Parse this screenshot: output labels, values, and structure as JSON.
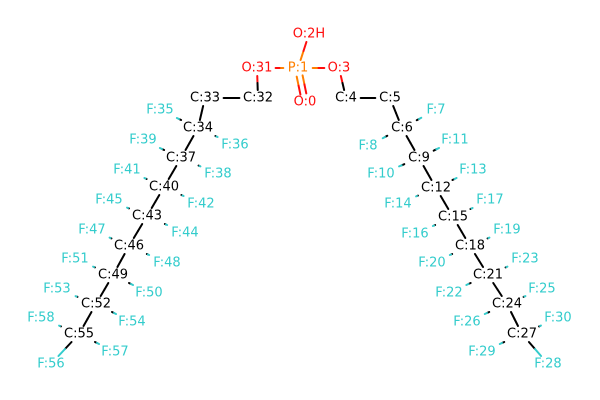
{
  "colors": {
    "C": "#000000",
    "F": "#33CCCC",
    "O": "#FF0D0D",
    "P": "#FF8000",
    "background": "#FFFFFF"
  },
  "atoms": [
    {
      "id": "P1",
      "label": "P:1",
      "element": "P"
    },
    {
      "id": "O0",
      "label": "O:0",
      "element": "O"
    },
    {
      "id": "O2",
      "label": "O:2H",
      "element": "O"
    },
    {
      "id": "O3",
      "label": "O:3",
      "element": "O"
    },
    {
      "id": "O31",
      "label": "O:31",
      "element": "O"
    },
    {
      "id": "C4",
      "label": "C:4",
      "element": "C"
    },
    {
      "id": "C5",
      "label": "C:5",
      "element": "C"
    },
    {
      "id": "C6",
      "label": "C:6",
      "element": "C"
    },
    {
      "id": "F7",
      "label": "F:7",
      "element": "F"
    },
    {
      "id": "F8",
      "label": "F:8",
      "element": "F"
    },
    {
      "id": "C9",
      "label": "C:9",
      "element": "C"
    },
    {
      "id": "F10",
      "label": "F:10",
      "element": "F"
    },
    {
      "id": "F11",
      "label": "F:11",
      "element": "F"
    },
    {
      "id": "C12",
      "label": "C:12",
      "element": "C"
    },
    {
      "id": "F13",
      "label": "F:13",
      "element": "F"
    },
    {
      "id": "F14",
      "label": "F:14",
      "element": "F"
    },
    {
      "id": "C15",
      "label": "C:15",
      "element": "C"
    },
    {
      "id": "F16",
      "label": "F:16",
      "element": "F"
    },
    {
      "id": "F17",
      "label": "F:17",
      "element": "F"
    },
    {
      "id": "C18",
      "label": "C:18",
      "element": "C"
    },
    {
      "id": "F19",
      "label": "F:19",
      "element": "F"
    },
    {
      "id": "F20",
      "label": "F:20",
      "element": "F"
    },
    {
      "id": "C21",
      "label": "C:21",
      "element": "C"
    },
    {
      "id": "F22",
      "label": "F:22",
      "element": "F"
    },
    {
      "id": "F23",
      "label": "F:23",
      "element": "F"
    },
    {
      "id": "C24",
      "label": "C:24",
      "element": "C"
    },
    {
      "id": "F25",
      "label": "F:25",
      "element": "F"
    },
    {
      "id": "F26",
      "label": "F:26",
      "element": "F"
    },
    {
      "id": "C27",
      "label": "C:27",
      "element": "C"
    },
    {
      "id": "F28",
      "label": "F:28",
      "element": "F"
    },
    {
      "id": "F29",
      "label": "F:29",
      "element": "F"
    },
    {
      "id": "F30",
      "label": "F:30",
      "element": "F"
    },
    {
      "id": "C32",
      "label": "C:32",
      "element": "C"
    },
    {
      "id": "C33",
      "label": "C:33",
      "element": "C"
    },
    {
      "id": "C34",
      "label": "C:34",
      "element": "C"
    },
    {
      "id": "F35",
      "label": "F:35",
      "element": "F"
    },
    {
      "id": "F36",
      "label": "F:36",
      "element": "F"
    },
    {
      "id": "C37",
      "label": "C:37",
      "element": "C"
    },
    {
      "id": "F38",
      "label": "F:38",
      "element": "F"
    },
    {
      "id": "F39",
      "label": "F:39",
      "element": "F"
    },
    {
      "id": "C40",
      "label": "C:40",
      "element": "C"
    },
    {
      "id": "F41",
      "label": "F:41",
      "element": "F"
    },
    {
      "id": "F42",
      "label": "F:42",
      "element": "F"
    },
    {
      "id": "C43",
      "label": "C:43",
      "element": "C"
    },
    {
      "id": "F44",
      "label": "F:44",
      "element": "F"
    },
    {
      "id": "F45",
      "label": "F:45",
      "element": "F"
    },
    {
      "id": "C46",
      "label": "C:46",
      "element": "C"
    },
    {
      "id": "F47",
      "label": "F:47",
      "element": "F"
    },
    {
      "id": "F48",
      "label": "F:48",
      "element": "F"
    },
    {
      "id": "C49",
      "label": "C:49",
      "element": "C"
    },
    {
      "id": "F50",
      "label": "F:50",
      "element": "F"
    },
    {
      "id": "F51",
      "label": "F:51",
      "element": "F"
    },
    {
      "id": "C52",
      "label": "C:52",
      "element": "C"
    },
    {
      "id": "F53",
      "label": "F:53",
      "element": "F"
    },
    {
      "id": "F54",
      "label": "F:54",
      "element": "F"
    },
    {
      "id": "C55",
      "label": "C:55",
      "element": "C"
    },
    {
      "id": "F56",
      "label": "F:56",
      "element": "F"
    },
    {
      "id": "F57",
      "label": "F:57",
      "element": "F"
    },
    {
      "id": "F58",
      "label": "F:58",
      "element": "F"
    }
  ],
  "bonds": [
    {
      "a": "P1",
      "b": "O0",
      "order": 2
    },
    {
      "a": "P1",
      "b": "O2",
      "order": 1
    },
    {
      "a": "P1",
      "b": "O3",
      "order": 1
    },
    {
      "a": "P1",
      "b": "O31",
      "order": 1
    },
    {
      "a": "O3",
      "b": "C4",
      "order": 1
    },
    {
      "a": "C4",
      "b": "C5",
      "order": 1
    },
    {
      "a": "C5",
      "b": "C6",
      "order": 1
    },
    {
      "a": "C6",
      "b": "F7",
      "order": 1
    },
    {
      "a": "C6",
      "b": "F8",
      "order": 1
    },
    {
      "a": "C6",
      "b": "C9",
      "order": 1
    },
    {
      "a": "C9",
      "b": "F10",
      "order": 1
    },
    {
      "a": "C9",
      "b": "F11",
      "order": 1
    },
    {
      "a": "C9",
      "b": "C12",
      "order": 1
    },
    {
      "a": "C12",
      "b": "F13",
      "order": 1
    },
    {
      "a": "C12",
      "b": "F14",
      "order": 1
    },
    {
      "a": "C12",
      "b": "C15",
      "order": 1
    },
    {
      "a": "C15",
      "b": "F16",
      "order": 1
    },
    {
      "a": "C15",
      "b": "F17",
      "order": 1
    },
    {
      "a": "C15",
      "b": "C18",
      "order": 1
    },
    {
      "a": "C18",
      "b": "F19",
      "order": 1
    },
    {
      "a": "C18",
      "b": "F20",
      "order": 1
    },
    {
      "a": "C18",
      "b": "C21",
      "order": 1
    },
    {
      "a": "C21",
      "b": "F22",
      "order": 1
    },
    {
      "a": "C21",
      "b": "F23",
      "order": 1
    },
    {
      "a": "C21",
      "b": "C24",
      "order": 1
    },
    {
      "a": "C24",
      "b": "F25",
      "order": 1
    },
    {
      "a": "C24",
      "b": "F26",
      "order": 1
    },
    {
      "a": "C24",
      "b": "C27",
      "order": 1
    },
    {
      "a": "C27",
      "b": "F28",
      "order": 1
    },
    {
      "a": "C27",
      "b": "F29",
      "order": 1
    },
    {
      "a": "C27",
      "b": "F30",
      "order": 1
    },
    {
      "a": "O31",
      "b": "C32",
      "order": 1
    },
    {
      "a": "C32",
      "b": "C33",
      "order": 1
    },
    {
      "a": "C33",
      "b": "C34",
      "order": 1
    },
    {
      "a": "C34",
      "b": "F35",
      "order": 1
    },
    {
      "a": "C34",
      "b": "F36",
      "order": 1
    },
    {
      "a": "C34",
      "b": "C37",
      "order": 1
    },
    {
      "a": "C37",
      "b": "F38",
      "order": 1
    },
    {
      "a": "C37",
      "b": "F39",
      "order": 1
    },
    {
      "a": "C37",
      "b": "C40",
      "order": 1
    },
    {
      "a": "C40",
      "b": "F41",
      "order": 1
    },
    {
      "a": "C40",
      "b": "F42",
      "order": 1
    },
    {
      "a": "C40",
      "b": "C43",
      "order": 1
    },
    {
      "a": "C43",
      "b": "F44",
      "order": 1
    },
    {
      "a": "C43",
      "b": "F45",
      "order": 1
    },
    {
      "a": "C43",
      "b": "C46",
      "order": 1
    },
    {
      "a": "C46",
      "b": "F47",
      "order": 1
    },
    {
      "a": "C46",
      "b": "F48",
      "order": 1
    },
    {
      "a": "C46",
      "b": "C49",
      "order": 1
    },
    {
      "a": "C49",
      "b": "F50",
      "order": 1
    },
    {
      "a": "C49",
      "b": "F51",
      "order": 1
    },
    {
      "a": "C49",
      "b": "C52",
      "order": 1
    },
    {
      "a": "C52",
      "b": "F53",
      "order": 1
    },
    {
      "a": "C52",
      "b": "F54",
      "order": 1
    },
    {
      "a": "C52",
      "b": "C55",
      "order": 1
    },
    {
      "a": "C55",
      "b": "F56",
      "order": 1
    },
    {
      "a": "C55",
      "b": "F57",
      "order": 1
    },
    {
      "a": "C55",
      "b": "F58",
      "order": 1
    }
  ]
}
